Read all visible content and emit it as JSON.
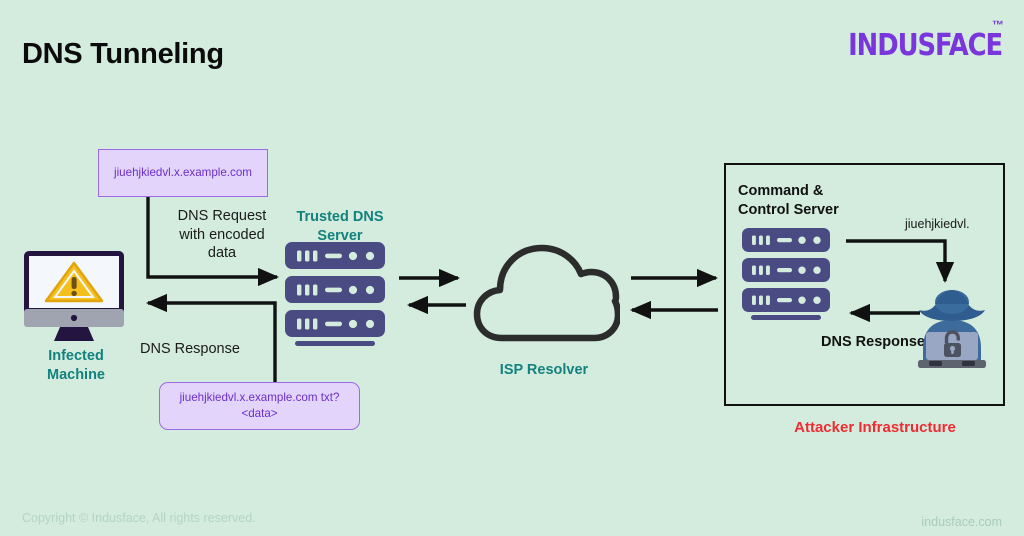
{
  "header": {
    "title": "DNS Tunneling",
    "brand": "INDUSFACE",
    "brand_tm": "™",
    "brand_color": "#7b35dd"
  },
  "footer": {
    "copyright": "Copyright © Indusface, All rights reserved.",
    "site": "indusface.com"
  },
  "theme": {
    "background": "#d3ecdd",
    "teal": "#13827e",
    "red": "#f02b33",
    "purple_box_fill": "#e3d4fb",
    "purple_box_border": "#9b6ae8",
    "purple_text": "#6b2fce",
    "server_navy": "#4a4b82",
    "arrow_black": "#111111"
  },
  "diagram": {
    "type": "flow-diagram",
    "nodes": [
      {
        "id": "infected-machine",
        "label": "Infected\nMachine",
        "icon": "monitor-warning-icon",
        "label_color": "#13827e"
      },
      {
        "id": "trusted-dns-server",
        "label": "Trusted DNS\nServer",
        "icon": "server-rack-icon",
        "label_color": "#13827e"
      },
      {
        "id": "isp-resolver",
        "label": "ISP Resolver",
        "icon": "cloud-icon",
        "label_color": "#13827e"
      },
      {
        "id": "command-control-server",
        "label": "Command &\nControl Server",
        "icon": "server-rack-icon",
        "label_color": "#111111"
      },
      {
        "id": "attacker",
        "label": "",
        "icon": "hacker-laptop-lock-icon",
        "label_color": "#111111"
      }
    ],
    "groups": [
      {
        "id": "attacker-infrastructure",
        "label": "Attacker Infrastructure",
        "label_color": "#f02b33"
      }
    ],
    "edges": [
      {
        "id": "request-edge",
        "from": "infected-machine",
        "to": "trusted-dns-server",
        "label": "DNS Request\nwith encoded\ndata",
        "direction": "right"
      },
      {
        "id": "response-edge",
        "from": "trusted-dns-server",
        "to": "infected-machine",
        "label": "DNS Response",
        "direction": "left"
      },
      {
        "id": "dns-to-isp-edge",
        "from": "trusted-dns-server",
        "to": "isp-resolver",
        "label": "",
        "direction": "right"
      },
      {
        "id": "isp-to-dns-edge",
        "from": "isp-resolver",
        "to": "trusted-dns-server",
        "label": "",
        "direction": "left"
      },
      {
        "id": "isp-to-cc-edge",
        "from": "isp-resolver",
        "to": "command-control-server",
        "label": "",
        "direction": "right"
      },
      {
        "id": "cc-to-isp-edge",
        "from": "command-control-server",
        "to": "isp-resolver",
        "label": "",
        "direction": "left"
      },
      {
        "id": "cc-to-attacker-edge",
        "from": "command-control-server",
        "to": "attacker",
        "label": "jiuehjkiedvl.",
        "direction": "down"
      },
      {
        "id": "attacker-to-cc-edge",
        "from": "attacker",
        "to": "command-control-server",
        "label": "DNS Response",
        "direction": "left"
      }
    ],
    "callouts": [
      {
        "id": "callout-request",
        "text": "jiuehjkiedvl.x.example.com"
      },
      {
        "id": "callout-response",
        "text": "jiuehjkiedvl.x.example.com txt? <data>"
      }
    ]
  },
  "labels": {
    "dns_request": "DNS Request with encoded data",
    "dns_request_l1": "DNS Request",
    "dns_request_l2": "with encoded",
    "dns_request_l3": "data",
    "dns_response": "DNS Response",
    "trusted_dns_l1": "Trusted DNS",
    "trusted_dns_l2": "Server",
    "infected_l1": "Infected",
    "infected_l2": "Machine",
    "isp_resolver": "ISP Resolver",
    "cc_server_l1": "Command &",
    "cc_server_l2": "Control Server",
    "exfil_domain": "jiuehjkiedvl.",
    "attacker_dns_response": "DNS Response",
    "attacker_infrastructure": "Attacker Infrastructure",
    "callout_request_l1": "jiuehjkiedvl.x.example.co",
    "callout_request_l2": "m",
    "callout_response_l1": "jiuehjkiedvl.x.example.com txt?",
    "callout_response_l2": "<data>"
  }
}
